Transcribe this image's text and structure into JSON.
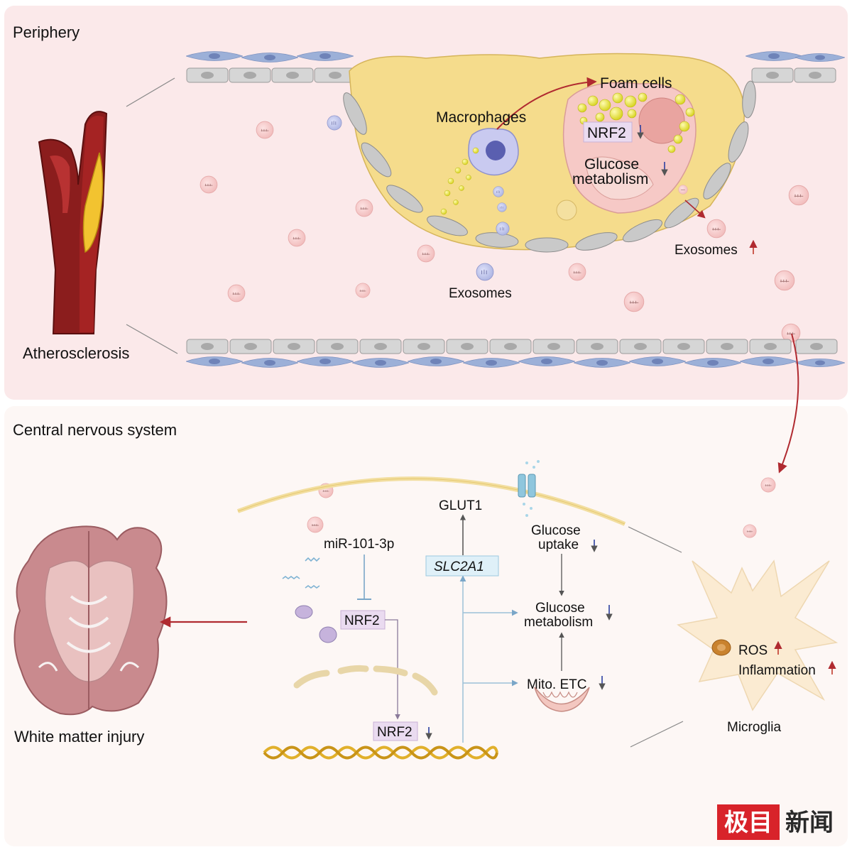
{
  "sections": {
    "periphery": "Periphery",
    "cns": "Central nervous system"
  },
  "labels": {
    "atherosclerosis": "Atherosclerosis",
    "foam_cells": "Foam cells",
    "macrophages": "Macrophages",
    "nrf2_foam": "NRF2",
    "glucose_metabolism_line1": "Glucose",
    "glucose_metabolism_line2": "metabolism",
    "exosomes_up": "Exosomes",
    "exosomes": "Exosomes",
    "glut1": "GLUT1",
    "slc2a1": "SLC2A1",
    "mir": "miR-101-3p",
    "nrf2_cyto": "NRF2",
    "nrf2_nucleus": "NRF2",
    "glucose_uptake_line1": "Glucose",
    "glucose_uptake_line2": "uptake",
    "cns_glucose_line1": "Glucose",
    "cns_glucose_line2": "metabolism",
    "mito_etc": "Mito. ETC",
    "ros": "ROS",
    "inflammation": "Inflammation",
    "microglia": "Microglia",
    "white_matter_injury": "White matter injury"
  },
  "watermark": "极目新闻",
  "colors": {
    "periphery_bg": "#fbe9ea",
    "cns_bg": "#fdf7f5",
    "plaque": "#f5dc8c",
    "vessel_cell": "#d4d4d4",
    "endothelium_blue": "#8fa4d0",
    "exosome_pink": "#f3c1c1",
    "exosome_blue": "#b7bde6",
    "arrow_red": "#b02a30",
    "arrow_up": "#c0392b",
    "arrow_down": "#2b3fa0",
    "inhibit_blue": "#7aa6c8",
    "dna_gold": "#e1b02b",
    "watermark_red": "#d8232a"
  },
  "icons": [
    "artery-icon",
    "macrophage-icon",
    "foam-cell-icon",
    "exosome-icon",
    "glut1-transporter-icon",
    "mitochondrion-icon",
    "dna-icon",
    "brain-icon",
    "microglia-icon"
  ]
}
